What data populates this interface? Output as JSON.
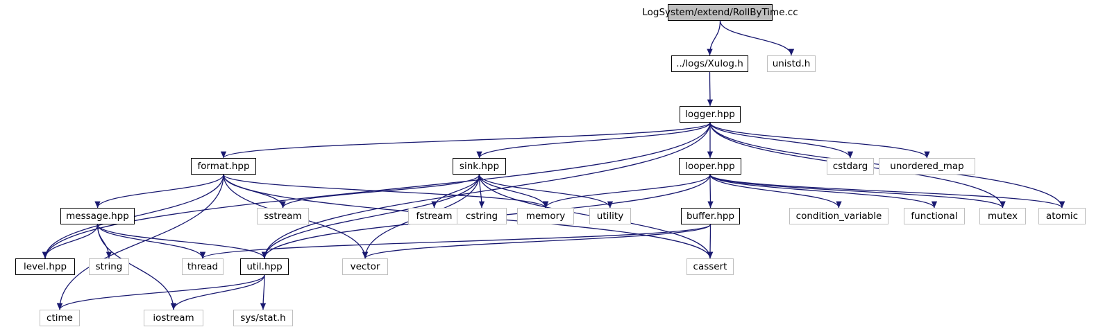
{
  "colors": {
    "edge": "#191970",
    "local_border": "#000000",
    "system_border": "#bfbfbf",
    "root_fill": "#bfbfbf"
  },
  "nodes": [
    {
      "id": "root",
      "label": "LogSystem/extend/RollByTime.cc",
      "kind": "root"
    },
    {
      "id": "xulog",
      "label": "../logs/Xulog.h",
      "kind": "local"
    },
    {
      "id": "unistd",
      "label": "unistd.h",
      "kind": "system"
    },
    {
      "id": "logger",
      "label": "logger.hpp",
      "kind": "local"
    },
    {
      "id": "format",
      "label": "format.hpp",
      "kind": "local"
    },
    {
      "id": "sink",
      "label": "sink.hpp",
      "kind": "local"
    },
    {
      "id": "looper",
      "label": "looper.hpp",
      "kind": "local"
    },
    {
      "id": "cstdarg",
      "label": "cstdarg",
      "kind": "system"
    },
    {
      "id": "umap",
      "label": "unordered_map",
      "kind": "system"
    },
    {
      "id": "message",
      "label": "message.hpp",
      "kind": "local"
    },
    {
      "id": "sstream",
      "label": "sstream",
      "kind": "system"
    },
    {
      "id": "fstream",
      "label": "fstream",
      "kind": "system"
    },
    {
      "id": "cstring",
      "label": "cstring",
      "kind": "system"
    },
    {
      "id": "memory",
      "label": "memory",
      "kind": "system"
    },
    {
      "id": "utility",
      "label": "utility",
      "kind": "system"
    },
    {
      "id": "buffer",
      "label": "buffer.hpp",
      "kind": "local"
    },
    {
      "id": "condvar",
      "label": "condition_variable",
      "kind": "system"
    },
    {
      "id": "functional",
      "label": "functional",
      "kind": "system"
    },
    {
      "id": "mutex",
      "label": "mutex",
      "kind": "system"
    },
    {
      "id": "atomic",
      "label": "atomic",
      "kind": "system"
    },
    {
      "id": "level",
      "label": "level.hpp",
      "kind": "local"
    },
    {
      "id": "string",
      "label": "string",
      "kind": "system"
    },
    {
      "id": "thread",
      "label": "thread",
      "kind": "system"
    },
    {
      "id": "util",
      "label": "util.hpp",
      "kind": "local"
    },
    {
      "id": "vector",
      "label": "vector",
      "kind": "system"
    },
    {
      "id": "cassert",
      "label": "cassert",
      "kind": "system"
    },
    {
      "id": "ctime",
      "label": "ctime",
      "kind": "system"
    },
    {
      "id": "iostream",
      "label": "iostream",
      "kind": "system"
    },
    {
      "id": "sysstat",
      "label": "sys/stat.h",
      "kind": "system"
    }
  ],
  "edges": [
    [
      "root",
      "xulog"
    ],
    [
      "root",
      "unistd"
    ],
    [
      "xulog",
      "logger"
    ],
    [
      "logger",
      "level"
    ],
    [
      "logger",
      "util"
    ],
    [
      "logger",
      "format"
    ],
    [
      "logger",
      "sink"
    ],
    [
      "logger",
      "looper"
    ],
    [
      "logger",
      "cstdarg"
    ],
    [
      "logger",
      "umap"
    ],
    [
      "logger",
      "mutex"
    ],
    [
      "logger",
      "atomic"
    ],
    [
      "format",
      "ctime"
    ],
    [
      "format",
      "level"
    ],
    [
      "format",
      "message"
    ],
    [
      "format",
      "sstream"
    ],
    [
      "format",
      "memory"
    ],
    [
      "format",
      "vector"
    ],
    [
      "format",
      "cassert"
    ],
    [
      "sink",
      "sstream"
    ],
    [
      "sink",
      "util"
    ],
    [
      "sink",
      "fstream"
    ],
    [
      "sink",
      "cstring"
    ],
    [
      "sink",
      "memory"
    ],
    [
      "sink",
      "utility"
    ],
    [
      "sink",
      "vector"
    ],
    [
      "sink",
      "cassert"
    ],
    [
      "looper",
      "memory"
    ],
    [
      "looper",
      "util"
    ],
    [
      "looper",
      "buffer"
    ],
    [
      "looper",
      "condvar"
    ],
    [
      "looper",
      "functional"
    ],
    [
      "looper",
      "mutex"
    ],
    [
      "looper",
      "atomic"
    ],
    [
      "message",
      "level"
    ],
    [
      "message",
      "string"
    ],
    [
      "message",
      "thread"
    ],
    [
      "message",
      "util"
    ],
    [
      "message",
      "iostream"
    ],
    [
      "buffer",
      "thread"
    ],
    [
      "buffer",
      "vector"
    ],
    [
      "buffer",
      "cassert"
    ],
    [
      "util",
      "ctime"
    ],
    [
      "util",
      "iostream"
    ],
    [
      "util",
      "sysstat"
    ]
  ]
}
